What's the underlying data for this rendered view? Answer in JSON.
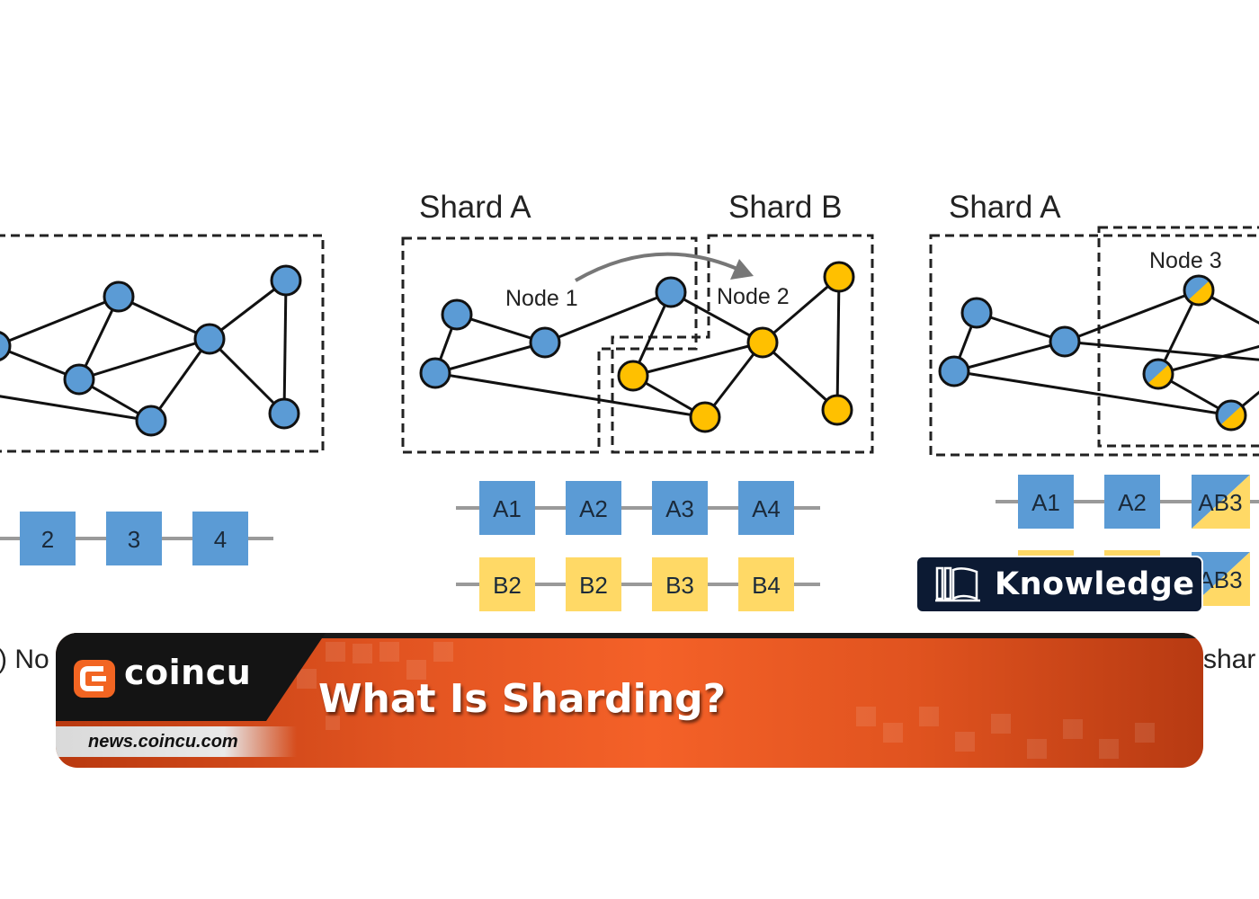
{
  "diagram": {
    "shard_a_label": "Shard A",
    "shard_b_label": "Shard B",
    "shard_a_label_right": "Shard A",
    "node1_label": "Node 1",
    "node2_label": "Node 2",
    "node3_label": "Node 3",
    "left_caption_fragment": ") No",
    "right_caption_fragment": "shar",
    "left_chain": [
      "2",
      "3",
      "4"
    ],
    "middle_chain_a": [
      "A1",
      "A2",
      "A3",
      "A4"
    ],
    "middle_chain_b": [
      "B2",
      "B2",
      "B3",
      "B4"
    ],
    "right_chain_top": [
      "A1",
      "A2",
      "AB3"
    ],
    "right_chain_bottom_partial": "AB3",
    "colors": {
      "node_blue": "#5b9bd5",
      "node_yellow": "#ffc000",
      "block_blue": "#5b9bd5",
      "block_yellow": "#ffd966"
    }
  },
  "badge": {
    "icon": "open-book-icon",
    "label": "Knowledge"
  },
  "banner": {
    "logo_text": "coincu",
    "url": "news.coincu.com",
    "headline": "What Is Sharding?"
  }
}
